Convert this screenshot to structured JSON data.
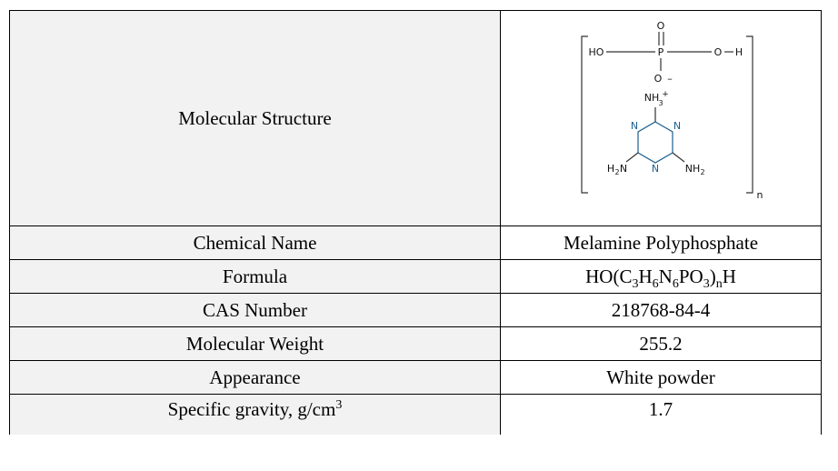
{
  "table": {
    "structure": {
      "label": "Molecular Structure",
      "diagram": {
        "ho": "HO",
        "o_top": "O",
        "p": "P",
        "o_right": "O",
        "h": "H",
        "o_minus": "O",
        "minus": "–",
        "nh3": "NH",
        "nh3_sub": "3",
        "nh3_sup": "+",
        "ring_n1": "N",
        "ring_n2": "N",
        "ring_n3": "N",
        "h2n": "H",
        "h2n_sub": "2",
        "h2n_n": "N",
        "nh2": "NH",
        "nh2_sub": "2",
        "n": "n"
      }
    },
    "rows": [
      {
        "label": "Chemical Name",
        "value": "Melamine Polyphosphate"
      },
      {
        "label": "Formula",
        "value_parts": [
          "HO(C",
          "3",
          "H",
          "6",
          "N",
          "6",
          "PO",
          "3",
          ")",
          "n",
          "H"
        ]
      },
      {
        "label": "CAS Number",
        "value": "218768-84-4"
      },
      {
        "label": "Molecular Weight",
        "value": "255.2"
      },
      {
        "label": "Appearance",
        "value": "White powder"
      },
      {
        "label_main": "Specific gravity, g/cm",
        "label_sup": "3",
        "value": "1.7"
      }
    ]
  }
}
